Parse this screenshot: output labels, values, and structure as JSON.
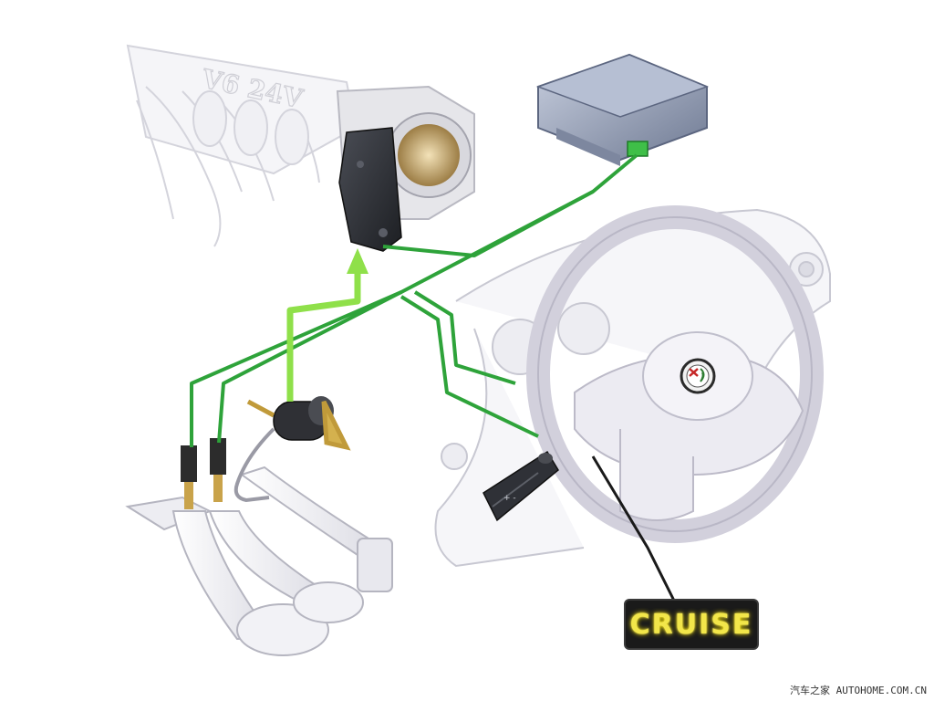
{
  "engine_label": "V6 24V",
  "cruise_label": "CRUISE",
  "watermark": "汽车之家 AUTOHOME.COM.CN",
  "colors": {
    "wire_green": "#2ea33a",
    "arrow_green": "#8fe04a",
    "label_text": "#f2e64a",
    "label_bg": "#1a1a1a",
    "ecu_blue": "#8e99b3",
    "throttle_black": "#2b2d31",
    "outline_gray": "#c8c8d2"
  },
  "icons": {
    "alfa_romeo_badge": "alfa-romeo-logo-icon"
  }
}
